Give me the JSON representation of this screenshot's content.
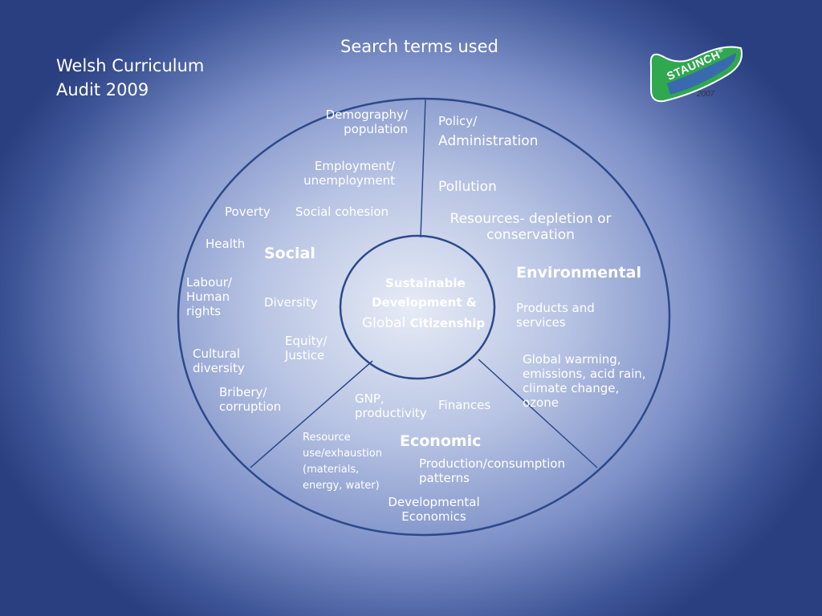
{
  "header": {
    "title": "Search terms used",
    "subtitle_line1": "Welsh Curriculum",
    "subtitle_line2": "Audit 2009"
  },
  "logo": {
    "text": "STAUNCH",
    "mark": "®",
    "year": "2007",
    "colors": [
      "#2fa84f",
      "#3b63b8"
    ]
  },
  "center": {
    "line1": "Sustainable",
    "line2": "Development &",
    "line3_a": "Global",
    "line3_b": "Citizenship"
  },
  "sections": {
    "social": "Social",
    "environmental": "Environmental",
    "economic": "Economic"
  },
  "terms": {
    "demography": "Demography/\npopulation",
    "employment": "Employment/\nunemployment",
    "poverty": "Poverty",
    "social_cohesion": "Social cohesion",
    "health": "Health",
    "labour": "Labour/\nHuman\nrights",
    "diversity": "Diversity",
    "equity": "Equity/\nJustice",
    "cultural_diversity": "Cultural\ndiversity",
    "bribery": "Bribery/\ncorruption",
    "policy_a": "Policy/",
    "policy_b": "Administration",
    "pollution": "Pollution",
    "resources": "Resources- depletion or\nconservation",
    "products": "Products  and\nservices",
    "global_warming": "Global warming,\nemissions, acid rain,\nclimate change,\n      ozone",
    "gnp": "GNP,\nproductivity",
    "finances": "Finances",
    "resource_use": "Resource\nuse/exhaustion\n(materials,\nenergy, water)",
    "production": "Production/consumption\npatterns",
    "developmental": "Developmental\nEconomics"
  },
  "colors": {
    "line": "#2c4a8a",
    "text": "#ffffff"
  }
}
